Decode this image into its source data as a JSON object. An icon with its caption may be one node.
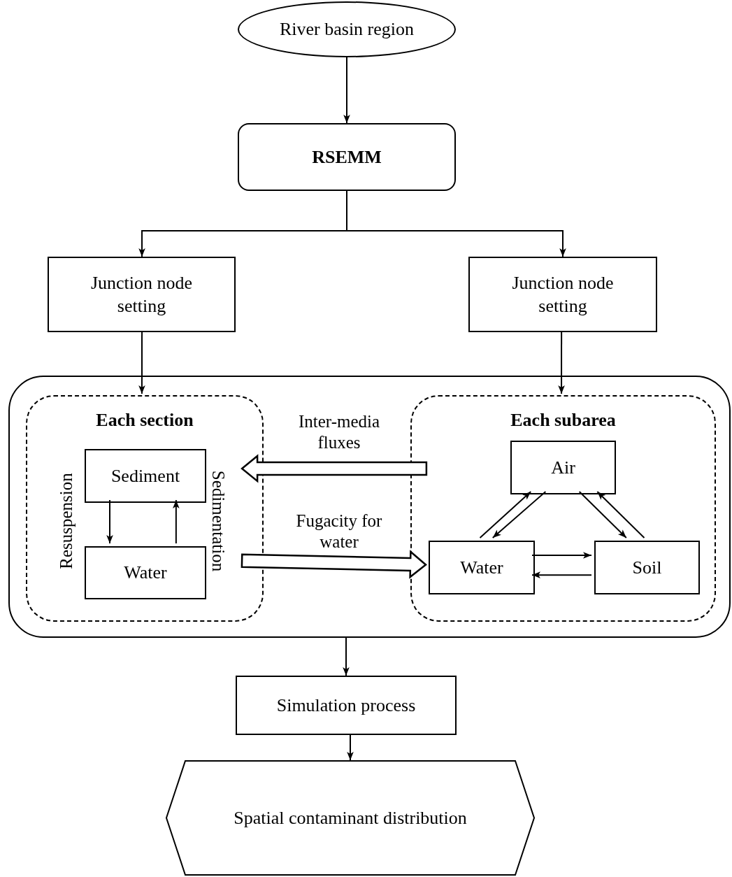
{
  "diagram": {
    "nodes": [
      {
        "text": [
          "River basin region"
        ]
      },
      {
        "text": [
          "RSEMM"
        ]
      },
      {
        "text": [
          "Junction node setting"
        ]
      },
      {
        "text": [
          "Junction node setting"
        ]
      },
      {
        "text": [],
        "shape": "box"
      },
      {
        "text": [
          "Each section"
        ],
        "in": 4
      },
      {
        "text": [
          "Sediment"
        ],
        "in": 5
      },
      {
        "text": [
          "Water"
        ],
        "in": 5
      },
      {
        "text": [
          "Each subarea"
        ],
        "in": 4
      },
      {
        "text": [
          "Air"
        ],
        "in": 8
      },
      {
        "text": [
          "Water"
        ],
        "in": 8
      },
      {
        "text": [
          "Soil"
        ],
        "in": 8
      },
      {
        "text": [
          "Simulation process"
        ]
      },
      {
        "text": [
          "Spatial contaminant distribution"
        ]
      }
    ],
    "edges": [
      {
        "from": 0,
        "to": 1,
        "arrow": "to"
      },
      {
        "from": 1,
        "to": 2,
        "arrow": "to"
      },
      {
        "from": 1,
        "to": 3,
        "arrow": "to"
      },
      {
        "from": 2,
        "to": 5,
        "arrow": "to"
      },
      {
        "from": 3,
        "to": 8,
        "arrow": "to"
      },
      {
        "from": 6,
        "to": 7,
        "arrow": "to",
        "label": "Resuspension"
      },
      {
        "from": 7,
        "to": 6,
        "arrow": "to",
        "label": "Sedimentation"
      },
      {
        "from": 8,
        "to": 5,
        "arrow": "to",
        "label": "Inter-media fluxes",
        "style": "thick"
      },
      {
        "from": 5,
        "to": 10,
        "arrow": "to",
        "label": "Fugacity for water",
        "style": "thick"
      },
      {
        "from": 10,
        "to": 9,
        "arrow": "to"
      },
      {
        "from": 9,
        "to": 10,
        "arrow": "to"
      },
      {
        "from": 9,
        "to": 11,
        "arrow": "to"
      },
      {
        "from": 11,
        "to": 9,
        "arrow": "to"
      },
      {
        "from": 10,
        "to": 11,
        "arrow": "to"
      },
      {
        "from": 11,
        "to": 10,
        "arrow": "to"
      },
      {
        "from": 4,
        "to": 12,
        "arrow": "to"
      },
      {
        "from": 12,
        "to": 13,
        "arrow": "to"
      }
    ]
  }
}
